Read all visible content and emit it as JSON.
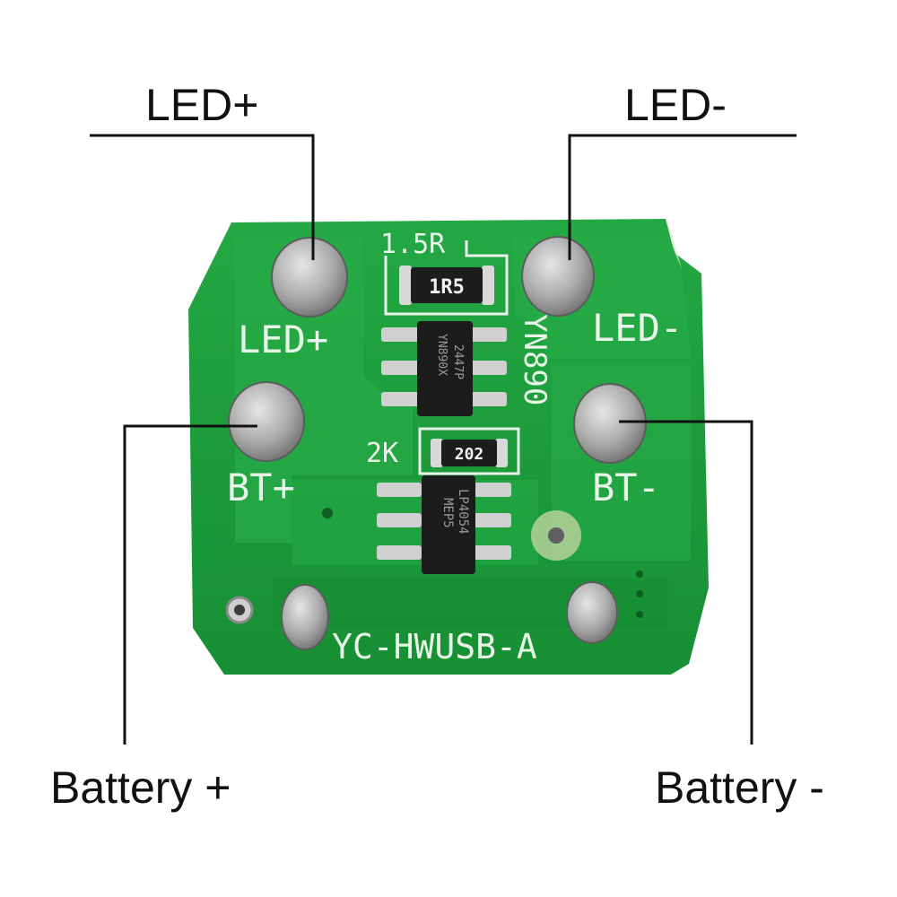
{
  "callouts": {
    "led_plus": "LED+",
    "led_minus": "LED-",
    "battery_plus": "Battery +",
    "battery_minus": "Battery -"
  },
  "pcb": {
    "silkscreen": {
      "led_plus": "LED+",
      "led_minus": "LED-",
      "bt_plus": "BT+",
      "bt_minus": "BT-",
      "r1_value": "1.5R",
      "r2_value": "2K",
      "chip1_label": "YN890",
      "board_name": "YC-HWUSB-A"
    },
    "components": {
      "r1_marking": "1R5",
      "r2_marking": "202",
      "u1_marking_1": "YN890X",
      "u1_marking_2": "2447P",
      "u2_marking_1": "LP4054",
      "u2_marking_2": "MEP5"
    }
  },
  "colors": {
    "board": "#1ea03c",
    "board_dark": "#158a30",
    "silkscreen": "#e8f4e8",
    "pad": "#b8b8b8",
    "chip": "#1c1c1c",
    "callout_line": "#111111"
  }
}
